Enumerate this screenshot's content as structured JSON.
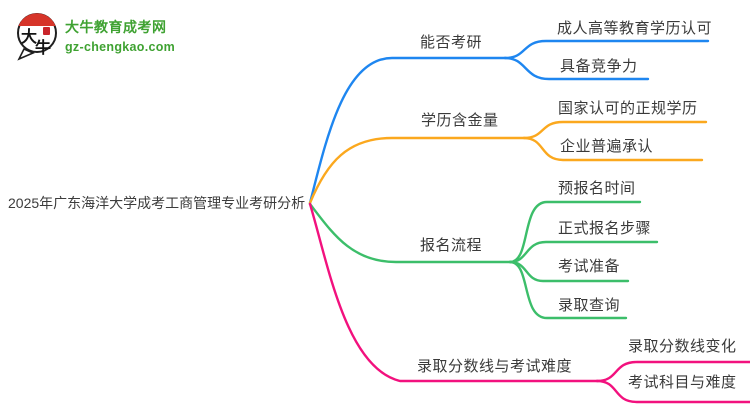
{
  "logo": {
    "title": "大牛教育成考网",
    "domain": "gz-chengkao.com",
    "icon_chars": [
      "大",
      "牛"
    ],
    "colors": {
      "text_green": "#3fa232",
      "seal_red": "#d63429",
      "outline_black": "#1f1f1f"
    }
  },
  "mindmap": {
    "root": "2025年广东海洋大学成考工商管理专业考研分析",
    "branches": [
      {
        "label": "能否考研",
        "color": "#1e86f0",
        "children": [
          "成人高等教育学历认可",
          "具备竞争力"
        ]
      },
      {
        "label": "学历含金量",
        "color": "#fba81e",
        "children": [
          "国家认可的正规学历",
          "企业普遍承认"
        ]
      },
      {
        "label": "报名流程",
        "color": "#3cbe6a",
        "children": [
          "预报名时间",
          "正式报名步骤",
          "考试准备",
          "录取查询"
        ]
      },
      {
        "label": "录取分数线与考试难度",
        "color": "#f2117e",
        "children": [
          "录取分数线变化",
          "考试科目与难度"
        ]
      }
    ]
  }
}
